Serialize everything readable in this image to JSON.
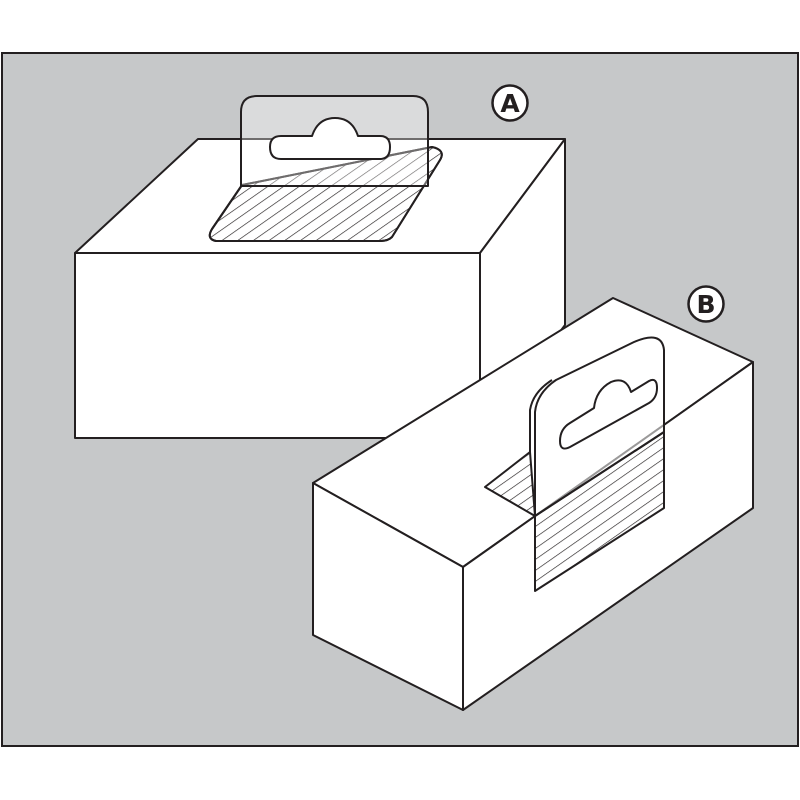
{
  "colors": {
    "background": "#c6c8c9",
    "outer": "#ffffff",
    "stroke": "#231f20",
    "box_fill": "#ffffff"
  },
  "labels": {
    "a": "A",
    "b": "B"
  },
  "items": [
    {
      "id": "a",
      "description_icon": "box-with-flat-hang-tab-icon"
    },
    {
      "id": "b",
      "description_icon": "box-with-folded-hang-tab-icon"
    }
  ]
}
